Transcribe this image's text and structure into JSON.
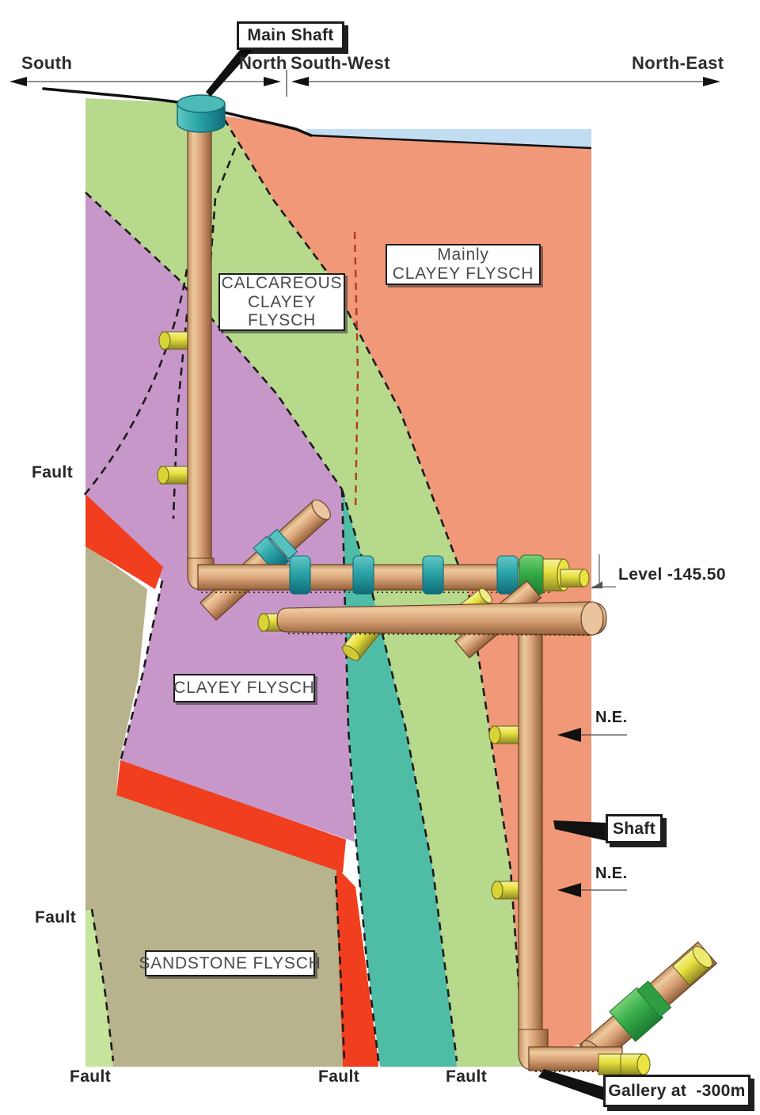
{
  "compass": {
    "south": "South",
    "north": "North",
    "south_west": "South-West",
    "north_east": "North-East"
  },
  "layer_labels": {
    "calcareous_line1": "CALCAREOUS",
    "calcareous_line2": "CLAYEY",
    "calcareous_line3": "FLYSCH",
    "mainly_line1": "Mainly",
    "mainly_line2": "CLAYEY FLYSCH",
    "clayey": "CLAYEY FLYSCH",
    "sandstone": "SANDSTONE FLYSCH"
  },
  "fault_labels": {
    "left_mid": "Fault",
    "left_lower": "Fault",
    "bottom_left": "Fault",
    "bottom_middle": "Fault",
    "bottom_right": "Fault"
  },
  "annotations": {
    "main_shaft": "Main Shaft",
    "shaft": "Shaft",
    "gallery": "Gallery at  -300m",
    "level": "Level -145.50",
    "ne_upper": "N.E.",
    "ne_lower": "N.E."
  },
  "colors": {
    "mainly_clayey_salmon": "#F09877",
    "calcareous_green": "#B7D98C",
    "clayey_purple": "#C897C9",
    "sandstone_olive": "#B7B38C",
    "teal_wedge": "#4FBCA6",
    "light_green_sliver": "#C6E49B",
    "dike_red": "#F03E1E",
    "sea_blue": "#C2DDF2",
    "pipe_tan": "#DCA77D",
    "ring_teal": "#2BA5A8",
    "ring_green": "#35AD48",
    "marker_yellow": "#E7E13E"
  }
}
